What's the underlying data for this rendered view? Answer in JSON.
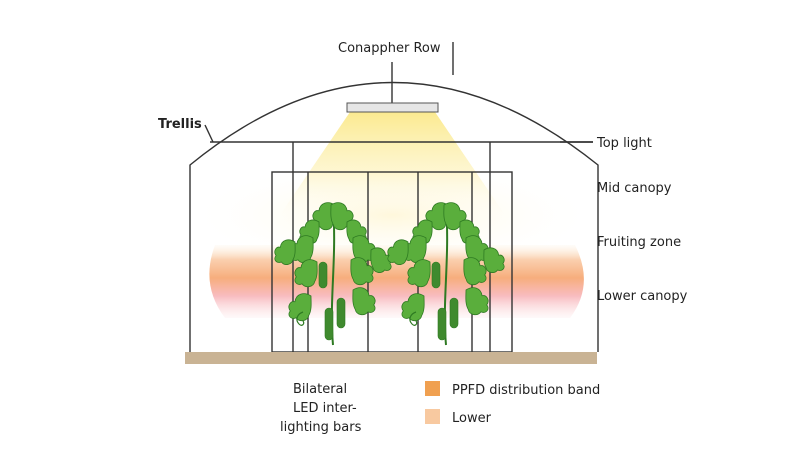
{
  "labels": {
    "top_title": "Conappher Row",
    "trellis": "Trellis",
    "top_light": "Top light",
    "mid_canopy": "Mid canopy",
    "fruiting_zone": "Fruiting zone",
    "lower_canopy": "Lower canopy",
    "bilateral_line1": "Bilateral",
    "bilateral_line2": "LED inter-",
    "bilateral_line3": "lighting bars"
  },
  "legend": [
    {
      "label": "PPFD distribution band",
      "color": "#F0A050"
    },
    {
      "label": "Lower",
      "color": "#F8C9A0"
    }
  ],
  "colors": {
    "light_cone": "#FBE98A",
    "band_orange": "#F6A46E",
    "band_pink": "#F7B0B5",
    "leaf": "#5AAE3C",
    "leaf_dark": "#2E7A22",
    "cucumber": "#3F8A2E",
    "soil": "#C9B394"
  }
}
